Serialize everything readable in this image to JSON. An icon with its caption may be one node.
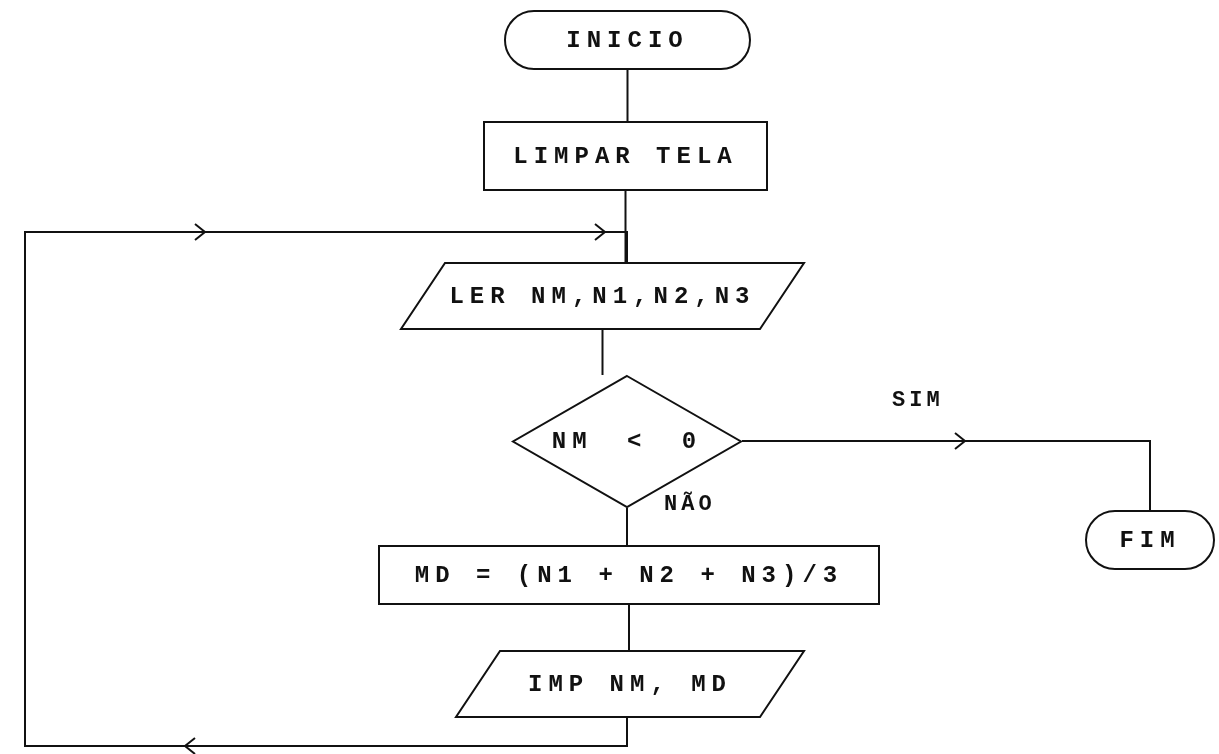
{
  "diagram": {
    "nodes": [
      {
        "text": [
          "INICIO"
        ]
      },
      {
        "text": [
          "LIMPAR TELA"
        ]
      },
      {
        "text": [
          "LER NM,N1,N2,N3"
        ]
      },
      {
        "text": [
          "NM < 0"
        ]
      },
      {
        "text": [
          "FIM"
        ]
      },
      {
        "text": [
          "MD = (N1 + N2 + N3)/3"
        ]
      },
      {
        "text": [
          "IMP NM, MD"
        ]
      }
    ],
    "edges": [
      {
        "from": 0,
        "to": 1,
        "arrow": "none"
      },
      {
        "from": 1,
        "to": 2,
        "arrow": "none"
      },
      {
        "from": 2,
        "to": 3,
        "arrow": "none"
      },
      {
        "from": 3,
        "to": 4,
        "arrow": "to",
        "label": "SIM"
      },
      {
        "from": 3,
        "to": 5,
        "arrow": "none",
        "label": "NÃO"
      },
      {
        "from": 5,
        "to": 6,
        "arrow": "none"
      },
      {
        "from": 6,
        "to": 2,
        "arrow": "to"
      }
    ]
  }
}
